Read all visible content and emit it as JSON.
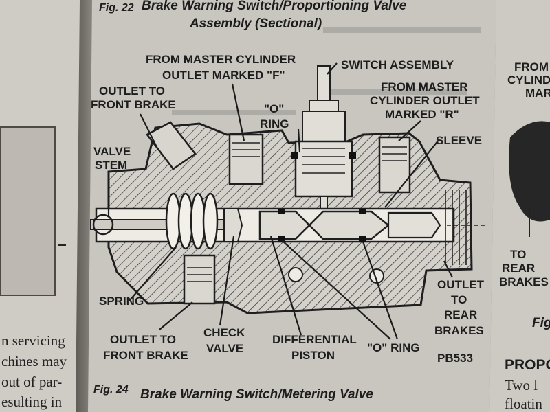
{
  "page": {
    "colors": {
      "paper": "#c9c6c0",
      "ink": "#1d1d1d",
      "shadow": "#6f6b66"
    },
    "fig22_caption": {
      "number": "Fig. 22",
      "title_line1": "Brake Warning Switch/Proportioning Valve",
      "title_line2": "Assembly (Sectional)"
    },
    "fig24_caption": {
      "number": "Fig. 24",
      "title": "Brake Warning Switch/Metering Valve"
    },
    "diagram": {
      "code": "PB533",
      "labels": {
        "from_master_f": [
          "FROM MASTER CYLINDER",
          "OUTLET MARKED \"F\""
        ],
        "switch_assembly": "SWITCH ASSEMBLY",
        "from_master_r": [
          "FROM MASTER",
          "CYLINDER OUTLET",
          "MARKED \"R\""
        ],
        "outlet_front_top": [
          "OUTLET TO",
          "FRONT BRAKE"
        ],
        "o_ring_top": [
          "\"O\"",
          "RING"
        ],
        "sleeve": "SLEEVE",
        "valve_stem": [
          "VALVE",
          "STEM"
        ],
        "spring": "SPRING",
        "outlet_front_bottom": [
          "OUTLET TO",
          "FRONT BRAKE"
        ],
        "check_valve": [
          "CHECK",
          "VALVE"
        ],
        "differential_piston": [
          "DIFFERENTIAL",
          "PISTON"
        ],
        "o_ring_bottom": "\"O\" RING",
        "outlet_rear": [
          "OUTLET",
          "TO",
          "REAR",
          "BRAKES"
        ]
      }
    },
    "left_page_text": [
      "n servicing",
      "chines may",
      "out of par-",
      "esulting in"
    ],
    "right_page": {
      "labels": [
        "FROM M",
        "CYLINDER",
        "MARK",
        "TO",
        "REAR",
        "BRAKES"
      ],
      "fig_fragment": "Fig",
      "heading_fragment": "PROPO",
      "text_fragments": [
        "Two l",
        "floatin"
      ]
    }
  }
}
